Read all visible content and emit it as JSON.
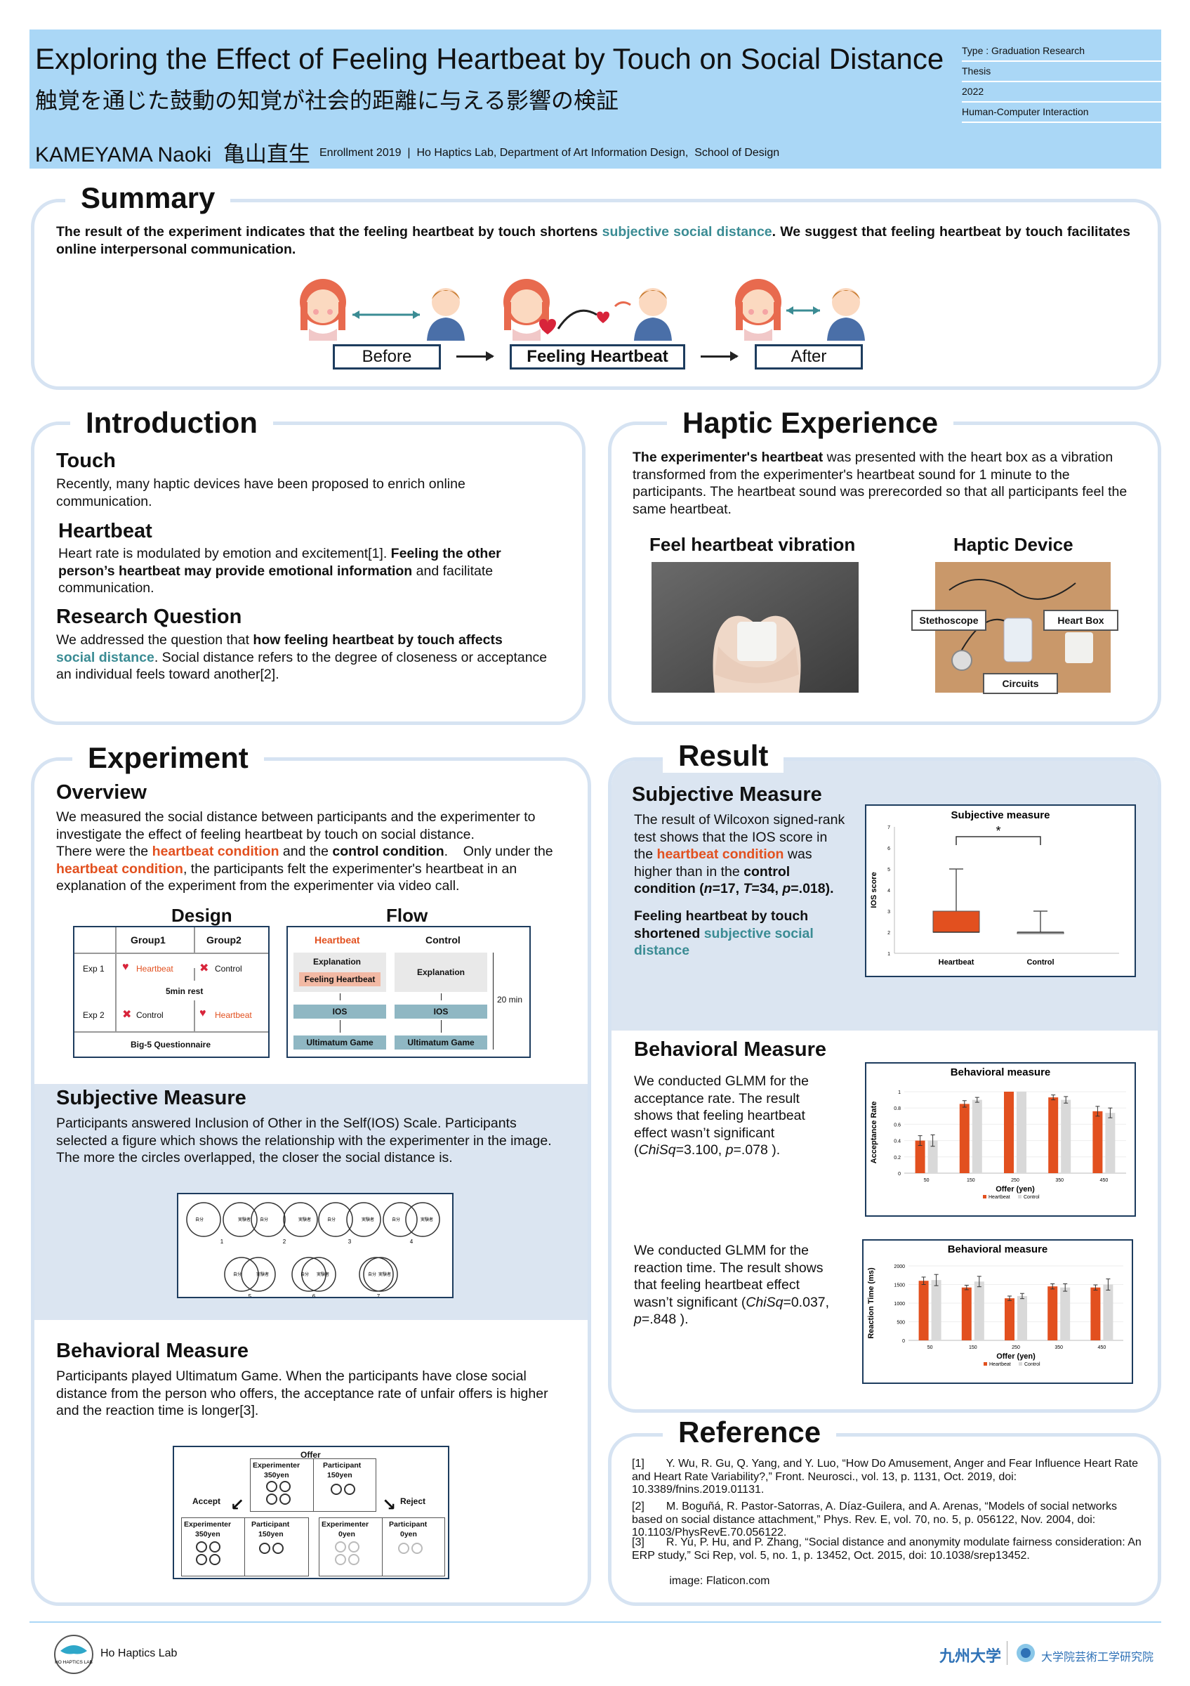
{
  "header": {
    "title_en": "Exploring the Effect of Feeling Heartbeat by Touch on Social Distance",
    "title_ja": "触覚を通じた鼓動の知覚が社会的距離に与える影響の検証",
    "author_en": "KAMEYAMA Naoki",
    "author_ja": "亀山直生",
    "affiliation": "Enrollment 2019  |  Ho Haptics Lab, Department of Art Information Design,  School of Design",
    "meta": [
      "Type : Graduation Research",
      "Thesis",
      "2022",
      "Human-Computer Interaction"
    ]
  },
  "summary": {
    "title": "Summary",
    "text_a": "The result of the experiment indicates that the feeling heartbeat by touch shortens ",
    "text_hl": "subjective social distance",
    "text_b": ". We suggest that feeling heartbeat by touch facilitates online interpersonal communication.",
    "steps": [
      "Before",
      "Feeling Heartbeat",
      "After"
    ]
  },
  "introduction": {
    "title": "Introduction",
    "touch_title": "Touch",
    "touch_text": "Recently, many haptic devices have been proposed to enrich online communication.",
    "hb_title": "Heartbeat",
    "hb_text_a": "Heart rate is modulated by emotion and excitement[1]. ",
    "hb_text_b": "Feeling the other person’s heartbeat may provide emotional information",
    "hb_text_c": " and facilitate communication.",
    "rq_title": "Research Question",
    "rq_text_a": "We addressed the question that ",
    "rq_text_b": "how feeling heartbeat by touch affects",
    "rq_text_hl": "social distance",
    "rq_text_c": ". Social distance refers to the degree of closeness or acceptance an individual feels toward another[2]."
  },
  "haptic": {
    "title": "Haptic Experience",
    "text_a": "The experimenter's heartbeat",
    "text_b": " was presented with the heart box as a vibration transformed from the experimenter's heartbeat sound for 1 minute to the participants. The heartbeat sound was prerecorded so that all participants feel the same heartbeat.",
    "fig1": "Feel heartbeat vibration",
    "fig2": "Haptic Device",
    "labels": [
      "Stethoscope",
      "Heart Box",
      "Circuits"
    ]
  },
  "experiment": {
    "title": "Experiment",
    "overview_title": "Overview",
    "ov_a": "We measured the social distance between participants and the experimenter to investigate the effect of feeling heartbeat by touch on social distance.",
    "ov_b": "There were the ",
    "ov_hl1": "heartbeat condition",
    "ov_c": " and the ",
    "ov_bold": "control condition",
    "ov_d": ".    Only under the ",
    "ov_hl2": "heartbeat condition",
    "ov_e": ", the participants felt the experimenter's heartbeat in an explanation of the experiment from the experimenter via video call.",
    "design_title": "Design",
    "flow_title": "Flow",
    "design": {
      "group1": "Group1",
      "group2": "Group2",
      "exp1": "Exp 1",
      "exp2": "Exp 2",
      "heartbeat": "Heartbeat",
      "control": "Control",
      "rest": "5min rest",
      "big5": "Big-5 Questionnaire"
    },
    "flow": {
      "heartbeat": "Heartbeat",
      "control": "Control",
      "explanation": "Explanation",
      "feeling": "Feeling Heartbeat",
      "ios": "IOS",
      "ug": "Ultimatum Game",
      "time": "20 min"
    },
    "sm_title": "Subjective Measure",
    "sm_text": "Participants answered Inclusion of Other in the Self(IOS) Scale. Participants selected a figure which shows the relationship with the experimenter in the image. The more the circles overlapped, the closer the social distance is.",
    "ios_left": "自分",
    "ios_right": "実験者",
    "ios_nums": [
      "1",
      "2",
      "3",
      "4",
      "5",
      "6",
      "7"
    ],
    "bm_title": "Behavioral Measure",
    "bm_text": "Participants played Ultimatum Game. When the participants have close social distance from the person who offers, the acceptance rate of unfair offers is higher and the reaction time is longer[3].",
    "ug": {
      "offer": "Offer",
      "experimenter": "Experimenter",
      "participant": "Participant",
      "e350": "350yen",
      "p150": "150yen",
      "zero": "0yen",
      "accept": "Accept",
      "reject": "Reject"
    }
  },
  "result": {
    "title": "Result",
    "sm_title": "Subjective Measure",
    "sm_a": "The result of Wilcoxon signed-rank test shows that the IOS score in the ",
    "sm_hl": "heartbeat condition",
    "sm_b": " was higher than in the ",
    "sm_bold": "control condition",
    "sm_stats_open": " (",
    "sm_n": "n",
    "sm_n_val": "=17, ",
    "sm_t": "T",
    "sm_t_val": "=34, ",
    "sm_p": "p",
    "sm_p_val": "=.018).",
    "sm_concl_a": "Feeling heartbeat by touch shortened ",
    "sm_concl_hl": "subjective social distance",
    "bm_title": "Behavioral Measure",
    "acc_text": "We conducted GLMM for the acceptance rate. The result shows that feeling heartbeat effect wasn’t significant (",
    "acc_stat1": "ChiSq",
    "acc_stat1_val": "=3.100, ",
    "acc_stat2": "p",
    "acc_stat2_val": "=.078 ).",
    "rt_text": "We conducted GLMM for the reaction time. The result shows that feeling heartbeat effect wasn’t significant (",
    "rt_stat1": "ChiSq",
    "rt_stat1_val": "=0.037, ",
    "rt_stat2": "p",
    "rt_stat2_val": "=.848 )."
  },
  "chart_data": [
    {
      "type": "box",
      "title": "Subjective measure",
      "ylabel": "IOS score",
      "categories": [
        "Heartbeat",
        "Control"
      ],
      "ylim": [
        1,
        7
      ],
      "yticks": [
        "1",
        "2",
        "3",
        "4",
        "5",
        "6",
        "7"
      ],
      "boxes": [
        {
          "name": "Heartbeat",
          "min": 2,
          "q1": 2,
          "median": 2,
          "q3": 3,
          "max": 5
        },
        {
          "name": "Control",
          "min": 2,
          "q1": 2,
          "median": 2,
          "q3": 2,
          "max": 3
        }
      ],
      "annotation": "*",
      "colors": [
        "#e2501f",
        "#d9d9d9"
      ]
    },
    {
      "type": "bar",
      "title": "Behavioral measure",
      "xlabel": "Offer (yen)",
      "ylabel": "Acceptance Rate",
      "categories": [
        "50",
        "150",
        "250",
        "350",
        "450"
      ],
      "ylim": [
        0,
        1
      ],
      "yticks": [
        "0",
        "0.2",
        "0.4",
        "0.6",
        "0.8",
        "1"
      ],
      "series": [
        {
          "name": "Heartbeat",
          "values": [
            0.4,
            0.85,
            1.0,
            0.93,
            0.76
          ],
          "errors": [
            0.06,
            0.04,
            0.0,
            0.03,
            0.06
          ]
        },
        {
          "name": "Control",
          "values": [
            0.4,
            0.9,
            1.0,
            0.9,
            0.74
          ],
          "errors": [
            0.07,
            0.03,
            0.0,
            0.04,
            0.06
          ]
        }
      ],
      "colors": [
        "#e2501f",
        "#d9d9d9"
      ]
    },
    {
      "type": "bar",
      "title": "Behavioral measure",
      "xlabel": "Offer (yen)",
      "ylabel": "Reaction Time (ms)",
      "categories": [
        "50",
        "150",
        "250",
        "350",
        "450"
      ],
      "ylim": [
        0,
        2000
      ],
      "yticks": [
        "0",
        "500",
        "1000",
        "1500",
        "2000"
      ],
      "series": [
        {
          "name": "Heartbeat",
          "values": [
            1600,
            1420,
            1130,
            1450,
            1420
          ],
          "errors": [
            100,
            60,
            60,
            70,
            70
          ]
        },
        {
          "name": "Control",
          "values": [
            1620,
            1580,
            1190,
            1420,
            1500
          ],
          "errors": [
            150,
            140,
            70,
            100,
            150
          ]
        }
      ],
      "colors": [
        "#e2501f",
        "#d9d9d9"
      ]
    }
  ],
  "reference": {
    "title": "Reference",
    "items": [
      "[1]       Y. Wu, R. Gu, Q. Yang, and Y. Luo, “How Do Amusement, Anger and Fear Influence Heart Rate and Heart Rate Variability?,” Front. Neurosci., vol. 13, p. 1131, Oct. 2019, doi: 10.3389/fnins.2019.01131.",
      "[2]       M. Boguñá, R. Pastor-Satorras, A. Díaz-Guilera, and A. Arenas, “Models of social networks based on social distance attachment,” Phys. Rev. E, vol. 70, no. 5, p. 056122, Nov. 2004, doi: 10.1103/PhysRevE.70.056122.",
      "[3]       R. Yu, P. Hu, and P. Zhang, “Social distance and anonymity modulate fairness consideration: An ERP study,” Sci Rep, vol. 5, no. 1, p. 13452, Oct. 2015, doi: 10.1038/srep13452.",
      "            image: Flaticon.com"
    ]
  },
  "footer": {
    "lab": "Ho Haptics Lab",
    "logo_text": "HO HAPTICS LAB",
    "univ": "九州大学",
    "school": "大学院芸術工学研究院"
  }
}
